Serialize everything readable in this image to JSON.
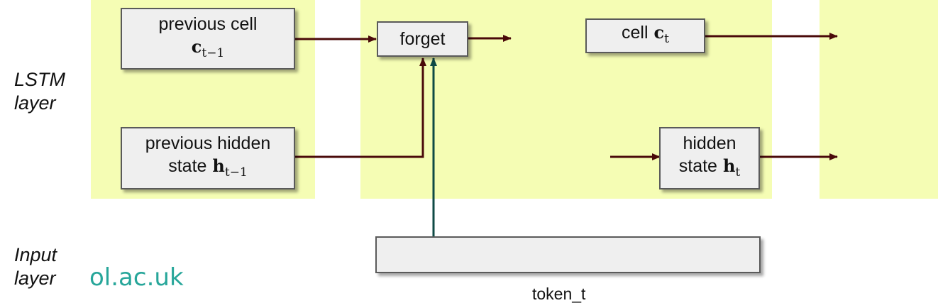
{
  "side_labels": {
    "lstm": [
      "LSTM",
      "layer"
    ],
    "input": [
      "Input",
      "layer"
    ]
  },
  "boxes": {
    "prev_cell": {
      "label": "previous cell",
      "symbol": "c",
      "subscript": "t−1"
    },
    "forget": {
      "label": "forget"
    },
    "cell": {
      "label": "cell",
      "symbol": "c",
      "subscript": "t"
    },
    "prev_hidden": {
      "label": "previous hidden",
      "label2": "state",
      "symbol": "h",
      "subscript": "t−1"
    },
    "hidden": {
      "label": "hidden",
      "label2": "state",
      "symbol": "h",
      "subscript": "t"
    },
    "token_input": {
      "label": ""
    }
  },
  "token_label": "token_t",
  "watermark": "ol.ac.uk",
  "colors": {
    "panel": "#f5fdb4",
    "arrow_dark_red": "#4a0a0a",
    "arrow_teal": "#0f4a45",
    "watermark": "#27a69a"
  }
}
